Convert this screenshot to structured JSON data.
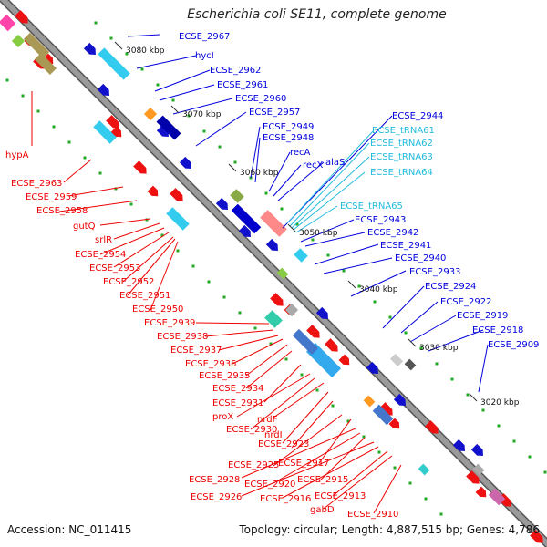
{
  "title": "Escherichia coli SE11, complete genome",
  "footer": {
    "accession": "Accession: NC_011415",
    "summary": "Topology: circular; Length: 4,887,515 bp; Genes: 4,786"
  },
  "colors": {
    "forward_gene": "#ee0000",
    "reverse_gene": "#0000dd",
    "cds_cyan": "#33ccee",
    "rna_label": "#22bbdd",
    "backbone": "#888888",
    "tick": "#22aa22",
    "ruler_text": "#111111"
  },
  "ruler": [
    {
      "label": "3080 kbp"
    },
    {
      "label": "3070 kbp"
    },
    {
      "label": "3060 kbp"
    },
    {
      "label": "3050 kbp"
    },
    {
      "label": "3040 kbp"
    },
    {
      "label": "3030 kbp"
    },
    {
      "label": "3020 kbp"
    }
  ],
  "labels_upper": [
    {
      "text": "ECSE_2967",
      "kind": "gene"
    },
    {
      "text": "hycI",
      "kind": "gene"
    },
    {
      "text": "ECSE_2962",
      "kind": "gene"
    },
    {
      "text": "ECSE_2961",
      "kind": "gene"
    },
    {
      "text": "ECSE_2960",
      "kind": "gene"
    },
    {
      "text": "ECSE_2957",
      "kind": "gene"
    },
    {
      "text": "ECSE_2949",
      "kind": "gene"
    },
    {
      "text": "ECSE_2948",
      "kind": "gene"
    },
    {
      "text": "recA",
      "kind": "gene"
    },
    {
      "text": "recX",
      "kind": "gene"
    },
    {
      "text": "alaS",
      "kind": "gene"
    },
    {
      "text": "ECSE_2944",
      "kind": "gene"
    },
    {
      "text": "ECSE_tRNA61",
      "kind": "rna"
    },
    {
      "text": "ECSE_tRNA62",
      "kind": "rna"
    },
    {
      "text": "ECSE_tRNA63",
      "kind": "rna"
    },
    {
      "text": "ECSE_tRNA64",
      "kind": "rna"
    },
    {
      "text": "ECSE_tRNA65",
      "kind": "rna"
    },
    {
      "text": "ECSE_2943",
      "kind": "gene"
    },
    {
      "text": "ECSE_2942",
      "kind": "gene"
    },
    {
      "text": "ECSE_2941",
      "kind": "gene"
    },
    {
      "text": "ECSE_2940",
      "kind": "gene"
    },
    {
      "text": "ECSE_2933",
      "kind": "gene"
    },
    {
      "text": "ECSE_2924",
      "kind": "gene"
    },
    {
      "text": "ECSE_2922",
      "kind": "gene"
    },
    {
      "text": "ECSE_2919",
      "kind": "gene"
    },
    {
      "text": "ECSE_2918",
      "kind": "gene"
    },
    {
      "text": "ECSE_2909",
      "kind": "gene"
    }
  ],
  "labels_lower": [
    {
      "text": "hypA"
    },
    {
      "text": "ECSE_2963"
    },
    {
      "text": "ECSE_2959"
    },
    {
      "text": "ECSE_2958"
    },
    {
      "text": "gutQ"
    },
    {
      "text": "srlR"
    },
    {
      "text": "ECSE_2954"
    },
    {
      "text": "ECSE_2953"
    },
    {
      "text": "ECSE_2952"
    },
    {
      "text": "ECSE_2951"
    },
    {
      "text": "ECSE_2950"
    },
    {
      "text": "ECSE_2939"
    },
    {
      "text": "ECSE_2938"
    },
    {
      "text": "ECSE_2937"
    },
    {
      "text": "ECSE_2936"
    },
    {
      "text": "ECSE_2935"
    },
    {
      "text": "ECSE_2934"
    },
    {
      "text": "ECSE_2931"
    },
    {
      "text": "proX"
    },
    {
      "text": "ECSE_2930"
    },
    {
      "text": "nrdF"
    },
    {
      "text": "nrdI"
    },
    {
      "text": "ECSE_2923"
    },
    {
      "text": "ECSE_2925"
    },
    {
      "text": "ECSE_2917"
    },
    {
      "text": "ECSE_2928"
    },
    {
      "text": "ECSE_2920"
    },
    {
      "text": "ECSE_2915"
    },
    {
      "text": "ECSE_2926"
    },
    {
      "text": "ECSE_2916"
    },
    {
      "text": "ECSE_2913"
    },
    {
      "text": "gabD"
    },
    {
      "text": "ECSE_2910"
    }
  ]
}
